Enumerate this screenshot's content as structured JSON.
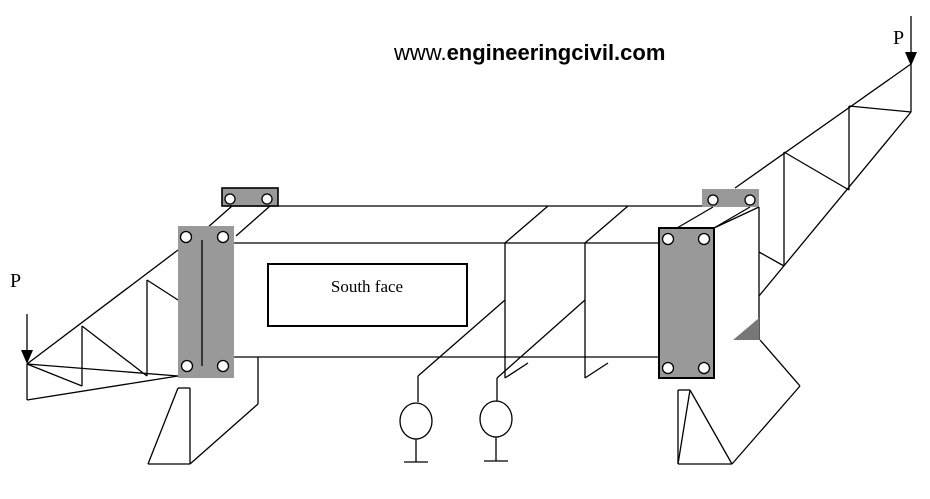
{
  "watermark": {
    "prefix": "www.",
    "bold_text": "engineeringcivil.com"
  },
  "labels": {
    "load_left": "P",
    "load_right": "P",
    "face_label": "South face"
  },
  "colors": {
    "plate_fill": "#999999",
    "line": "#000000",
    "background": "#ffffff"
  }
}
